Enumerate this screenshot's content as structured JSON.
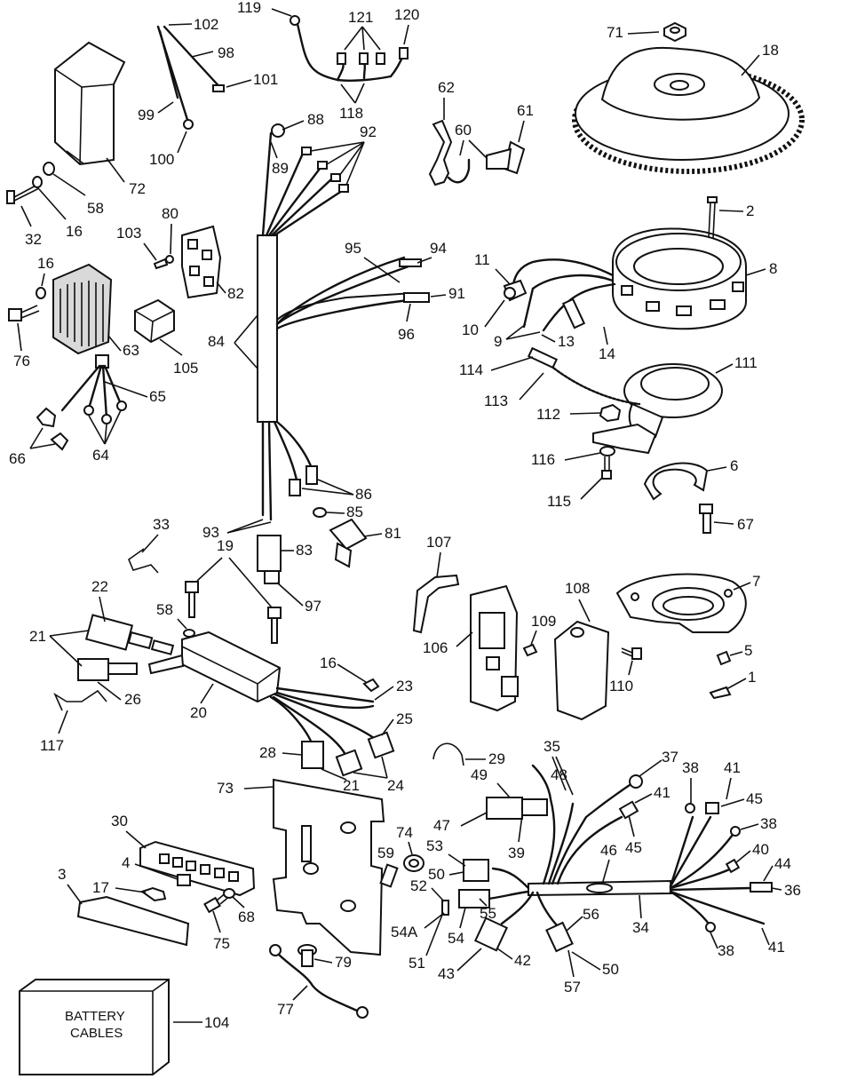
{
  "labels": {
    "l119": "119",
    "l121": "121",
    "l120": "120",
    "l102": "102",
    "l98": "98",
    "l101": "101",
    "l99": "99",
    "l100": "100",
    "l118": "118",
    "l88": "88",
    "l92": "92",
    "l89": "89",
    "l62": "62",
    "l60": "60",
    "l61": "61",
    "l71": "71",
    "l18": "18",
    "l72": "72",
    "l58a": "58",
    "l32": "32",
    "l16a": "16",
    "l80": "80",
    "l103": "103",
    "l82": "82",
    "l16b": "16",
    "l63": "63",
    "l76": "76",
    "l105": "105",
    "l84": "84",
    "l95": "95",
    "l94": "94",
    "l91": "91",
    "l96": "96",
    "l2": "2",
    "l8": "8",
    "l11": "11",
    "l10": "10",
    "l9": "9",
    "l13": "13",
    "l14": "14",
    "l65": "65",
    "l66": "66",
    "l64": "64",
    "l114": "114",
    "l111": "111",
    "l113": "113",
    "l112": "112",
    "l116": "116",
    "l6": "6",
    "l115": "115",
    "l67": "67",
    "l86": "86",
    "l85": "85",
    "l93": "93",
    "l81": "81",
    "l33": "33",
    "l19": "19",
    "l83": "83",
    "l97": "97",
    "l22": "22",
    "l58b": "58",
    "l21a": "21",
    "l26": "26",
    "l20": "20",
    "l107": "107",
    "l7": "7",
    "l108": "108",
    "l109": "109",
    "l106": "106",
    "l5": "5",
    "l110": "110",
    "l1": "1",
    "l16c": "16",
    "l23": "23",
    "l117": "117",
    "l25": "25",
    "l28": "28",
    "l21b": "21",
    "l24": "24",
    "l29": "29",
    "l35": "35",
    "l37": "37",
    "l38a": "38",
    "l41a": "41",
    "l48": "48",
    "l49": "49",
    "l45a": "45",
    "l41b": "41",
    "l45b": "45",
    "l38b": "38",
    "l73": "73",
    "l47": "47",
    "l39": "39",
    "l40": "40",
    "l30": "30",
    "l74": "74",
    "l53": "53",
    "l46": "46",
    "l44": "44",
    "l36": "36",
    "l59": "59",
    "l50a": "50",
    "l52": "52",
    "l4": "4",
    "l3": "3",
    "l17": "17",
    "l68": "68",
    "l55": "55",
    "l54a": "54A",
    "l54": "54",
    "l56": "56",
    "l34": "34",
    "l38c": "38",
    "l41c": "41",
    "l75": "75",
    "l51": "51",
    "l42": "42",
    "l50b": "50",
    "l43": "43",
    "l57": "57",
    "l79": "79",
    "l77": "77",
    "l104": "104"
  },
  "battery_box": {
    "line1": "BATTERY",
    "line2": "CABLES"
  }
}
